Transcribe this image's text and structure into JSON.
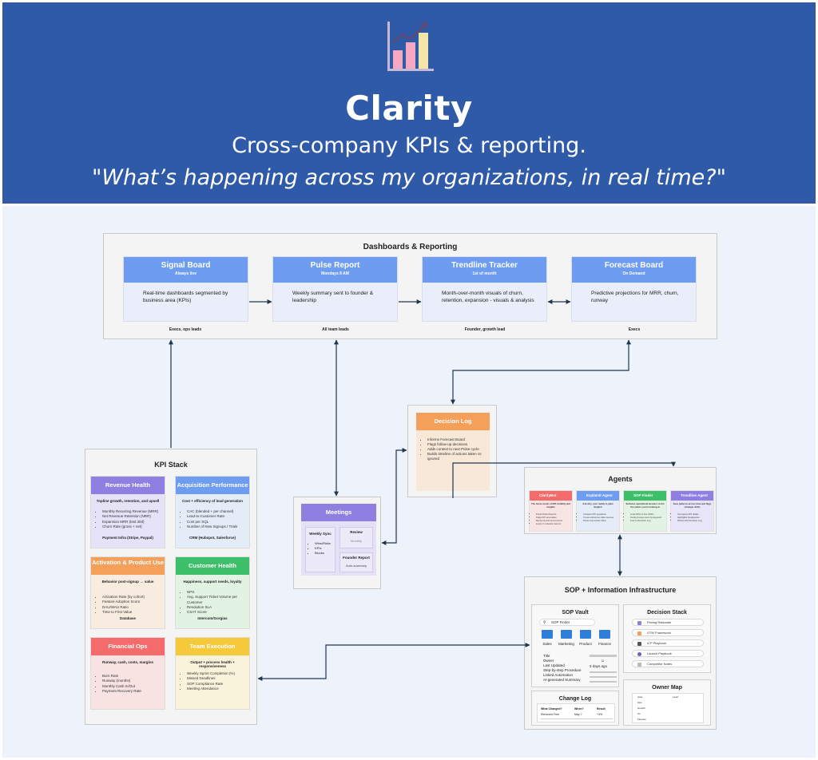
{
  "header": {
    "title": "Clarity",
    "tagline": "Cross-company KPIs & reporting.",
    "quote": "\"What’s happening across my organizations, in real time?\"",
    "logo_icon": "bar-chart-trend-icon"
  },
  "dashboards": {
    "title": "Dashboards & Reporting",
    "cards": [
      {
        "title": "Signal Board",
        "subtitle": "Always live",
        "body": "Real-time dashboards segmented by business area (KPIs)",
        "audience": "Execs, ops leads"
      },
      {
        "title": "Pulse Report",
        "subtitle": "Mondays 8 AM",
        "body": "Weekly summary sent to founder & leadership",
        "audience": "All team leads"
      },
      {
        "title": "Trendline Tracker",
        "subtitle": "1st of month",
        "body": "Month-over-month visuals of churn, retention, expansion - visuals & analysis",
        "audience": "Founder, growth lead"
      },
      {
        "title": "Forecast Board",
        "subtitle": "On Demand",
        "body": "Predictive projections for MRR, churn, runway",
        "audience": "Execs"
      }
    ]
  },
  "decision_log": {
    "title": "Decision Log",
    "items": [
      "Informs Forecast Board",
      "Flags follow-up decisions",
      "Adds context to next Pulse cycle",
      "Builds timeline of actions taken vs ignored"
    ]
  },
  "kpi_stack": {
    "title": "KPI Stack",
    "cards": [
      {
        "title": "Revenue Health",
        "subtitle": "Topline growth, retention, and upsell",
        "items": [
          "Monthly Recurring Revenue (MRR)",
          "Net Revenue Retention (NRR)",
          "Expansion MRR (last 30d)",
          "Churn Rate (gross + net)"
        ],
        "source": "Payment Infra (Stripe, Paypal)",
        "color": "#8e7fe0",
        "bg": "#e6e2f8"
      },
      {
        "title": "Acquisition Performance",
        "subtitle": "Cost + efficiency of lead generation",
        "items": [
          "CAC (blended + per channel)",
          "Lead-to-Customer Rate",
          "Cost per SQL",
          "Number of New Signups / Trials"
        ],
        "source": "CRM (Hubspot, Salesforce)",
        "color": "#6d9cf0",
        "bg": "#e4ecf8"
      },
      {
        "title": "Activation & Product Use",
        "subtitle": "Behavior post-signup → value",
        "items": [
          "Activation Rate (by cohort)",
          "Feature Adoption Score",
          "DAU/WAU Ratio",
          "Time to First Value"
        ],
        "source": "Database",
        "color": "#f5a05a",
        "bg": "#f8ece0"
      },
      {
        "title": "Customer Health",
        "subtitle": "Happiness, support needs, loyalty",
        "items": [
          "NPS",
          "Avg. Support Ticket Volume per Customer",
          "Resolution SLA",
          "CSAT Score"
        ],
        "source": "Intercom/Gorgias",
        "color": "#3dbf6a",
        "bg": "#e2f3e4"
      },
      {
        "title": "Financial Ops",
        "subtitle": "Runway, cash, costs, margins",
        "items": [
          "Burn Rate",
          "Runway (months)",
          "Monthly Cash In/Out",
          "Payment Recovery Rate"
        ],
        "source": "",
        "color": "#f56a6a",
        "bg": "#f8e2e2"
      },
      {
        "title": "Team Execution",
        "subtitle": "Output + process health + responsiveness",
        "items": [
          "Weekly Sprint Completion (%)",
          "Missed Deadlines",
          "SOP Compliance Rate",
          "Meeting Attendance"
        ],
        "source": "",
        "color": "#f5c93a",
        "bg": "#faf3dc"
      }
    ]
  },
  "meetings": {
    "title": "Meetings",
    "weekly_title": "Weekly Sync",
    "weekly_items": [
      "Wins/Risks",
      "KPIs",
      "Blocks"
    ],
    "review_title": "Review",
    "review_value": "Monthly",
    "founder_title": "Founder Report",
    "founder_value": "Auto-summary"
  },
  "agents": {
    "title": "Agents",
    "cards": [
      {
        "title": "ClarityBot",
        "desc": "The nerve center of KPI visibility and insights",
        "items": [
          "Posts Pulse Reports",
          "Flags KPI anomalies",
          "Recommends focus points",
          "Loops in relevant owners"
        ],
        "color": "#f56a6a",
        "bg": "#f8e4e4"
      },
      {
        "title": "Explainit Agent",
        "desc": "Ask why, your reality in plain English",
        "items": [
          "Answers KPI questions",
          "Cross-references data sources",
          "Posts summaries inline"
        ],
        "color": "#6d9cf0",
        "bg": "#e4ecf8"
      },
      {
        "title": "SOP Finder",
        "desc": "Surfaces operational answers to the the metric you're looking at",
        "items": [
          "Links KPIs to live SOPs",
          "Finds process docs by keyword",
          "Tied to Decision Log"
        ],
        "color": "#3dbf6a",
        "bg": "#e2f3e4"
      },
      {
        "title": "Trendline Agent",
        "desc": "Sees patterns across time and flags strategic shifts",
        "items": [
          "Compares KPI deltas",
          "Highlights breakpoints",
          "Works with Decision Log"
        ],
        "color": "#8e7fe0",
        "bg": "#e9e5f8"
      }
    ]
  },
  "sop": {
    "title": "SOP + Information Infrastructure",
    "vault_title": "SOP Vault",
    "search_placeholder": "SOP Finder",
    "folders": [
      "Sales",
      "Marketing",
      "Product",
      "Finance"
    ],
    "fields": [
      "Title",
      "Owner",
      "Last Updated",
      "Step-by-step Procedure",
      "Linked Automation",
      "AI-generated Summary"
    ],
    "updated_ago": "3 days ago",
    "decision_title": "Decision Stack",
    "decision_items": [
      "Pricing Rationale",
      "GTM Framework",
      "ICP Playbook",
      "Launch Playbook",
      "Competitor Notes"
    ],
    "changelog_title": "Change Log",
    "changelog_headers": [
      "What Changed?",
      "When?",
      "Result"
    ],
    "changelog_row": [
      "Removed Free",
      "May 7",
      "+3%"
    ],
    "owner_title": "Owner Map",
    "owner_headers": [
      "Area",
      "Lead"
    ],
    "owner_rows": [
      "Ops",
      "Growth",
      "Cs",
      "Finance"
    ]
  }
}
